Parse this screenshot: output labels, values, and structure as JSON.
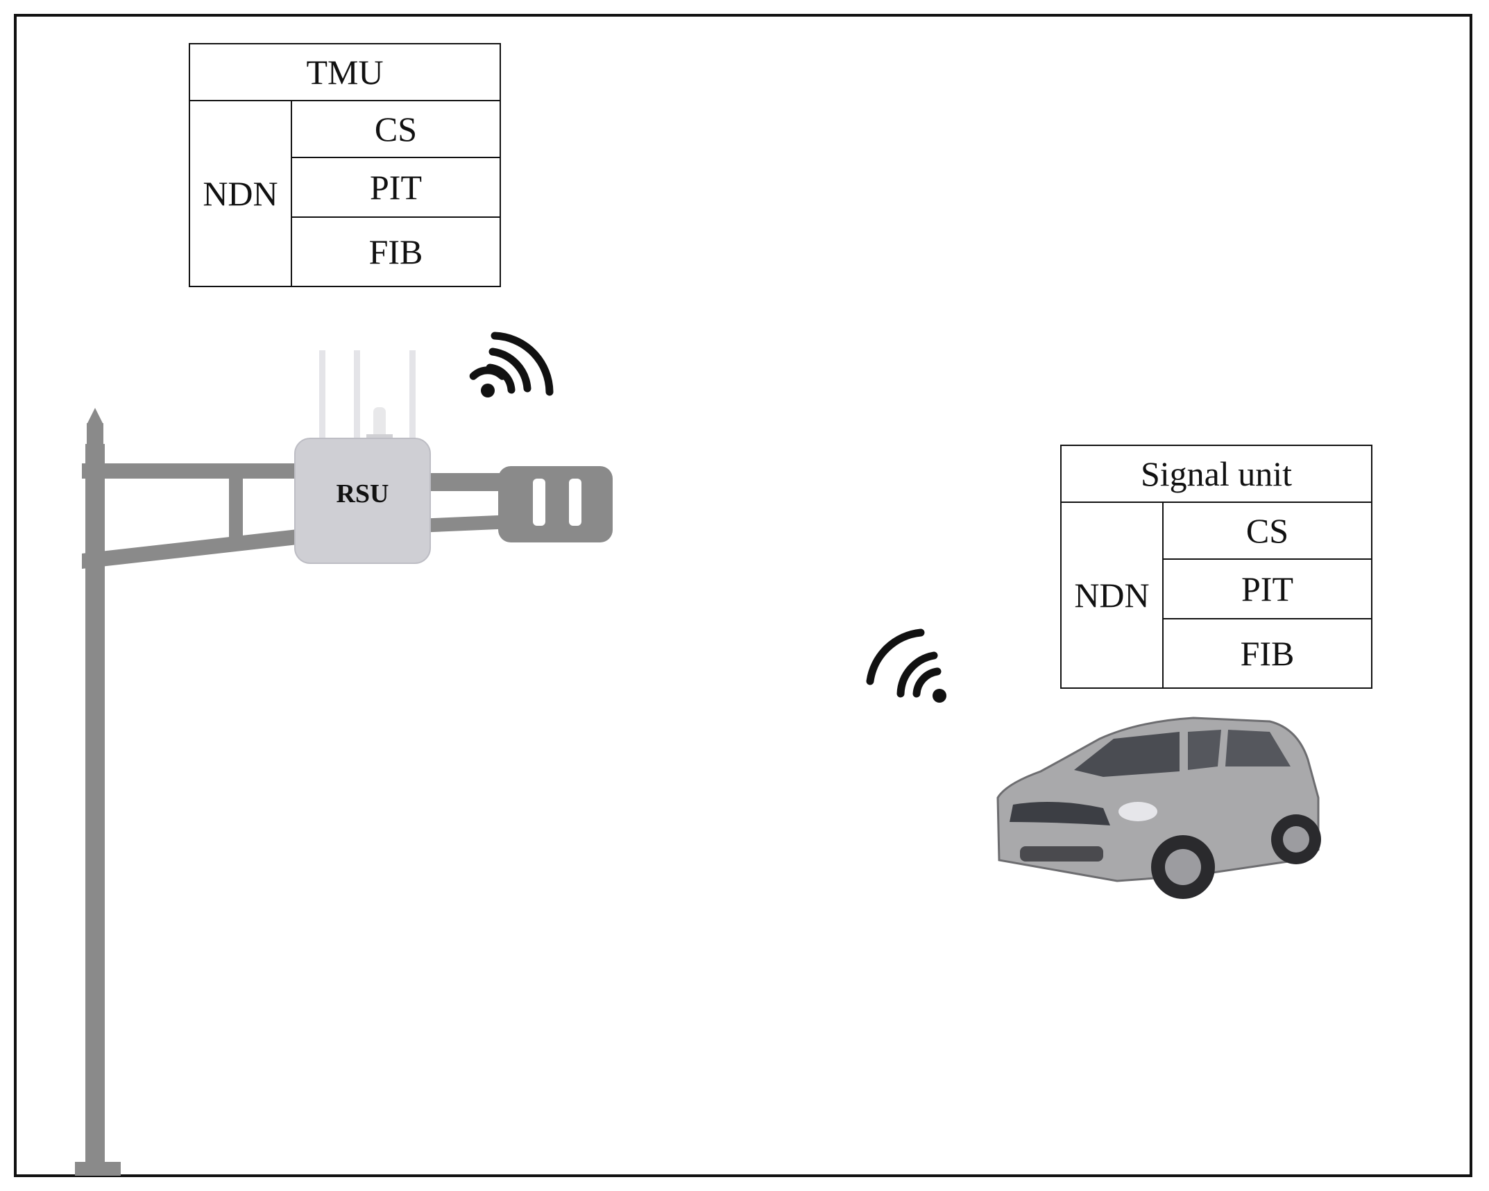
{
  "tmu_table": {
    "title": "TMU",
    "group_label": "NDN",
    "rows": [
      "CS",
      "PIT",
      "FIB"
    ]
  },
  "signal_table": {
    "title": "Signal unit",
    "group_label": "NDN",
    "rows": [
      "CS",
      "PIT",
      "FIB"
    ]
  },
  "rsu": {
    "label": "RSU"
  },
  "icons": [
    "traffic-pole-icon",
    "rsu-device-icon",
    "wifi-signal-icon",
    "car-icon"
  ],
  "colors": {
    "pole": "#8a8a8a",
    "rsu_body": "#cfcfd4",
    "car_body": "#a9a9ab",
    "line": "#111111"
  }
}
